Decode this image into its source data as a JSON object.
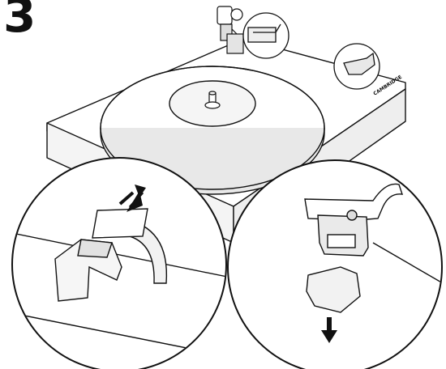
{
  "step": {
    "number": "3"
  },
  "illustration": {
    "subject": "turntable",
    "brand_mark": "CAMBRIDGE",
    "details": [
      "stylus-guard-lift",
      "stylus-guard-remove"
    ],
    "arrow_directions": [
      "up",
      "down"
    ]
  },
  "colors": {
    "ink": "#111111",
    "fill": "#ffffff",
    "shade": "#e6e6e6",
    "shade_dark": "#cfcfcf"
  }
}
